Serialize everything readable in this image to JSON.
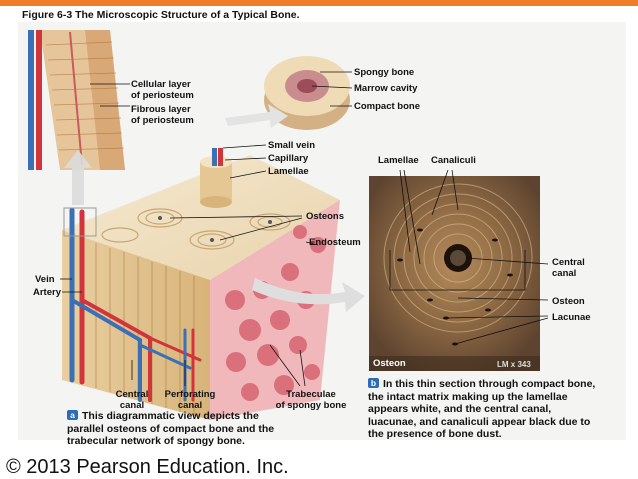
{
  "figure_title": "Figure 6-3  The Microscopic Structure of a Typical Bone.",
  "labels": {
    "cellular_layer": "Cellular layer",
    "cellular_layer2": "of periosteum",
    "fibrous_layer": "Fibrous layer",
    "fibrous_layer2": "of periosteum",
    "spongy_bone": "Spongy bone",
    "marrow_cavity": "Marrow cavity",
    "compact_bone": "Compact bone",
    "small_vein": "Small vein",
    "capillary": "Capillary",
    "lamellae": "Lamellae",
    "osteons": "Osteons",
    "endosteum": "Endosteum",
    "vein": "Vein",
    "artery": "Artery",
    "central_canal": "Central",
    "central_canal2": "canal",
    "perforating_canal": "Perforating",
    "perforating_canal2": "canal",
    "trabeculae": "Trabeculae",
    "trabeculae2": "of spongy bone"
  },
  "micrograph": {
    "lamellae": "Lamellae",
    "canaliculi": "Canaliculi",
    "central_canal": "Central",
    "central_canal2": "canal",
    "osteon": "Osteon",
    "lacunae": "Lacunae",
    "title": "Osteon",
    "magnification": "LM x 343"
  },
  "captions": {
    "a_badge": "a",
    "a_text": "This diagrammatic view depicts the parallel osteons of compact bone and the trabecular network of spongy bone.",
    "b_badge": "b",
    "b_text": "In this thin section through compact bone, the intact matrix making up the lamellae appears white, and the central canal, luacunae, and canaliculi appear black due to the presence of bone dust."
  },
  "copyright": "© 2013 Pearson Education. Inc.",
  "colors": {
    "accent_bar": "#ef7d2a",
    "badge": "#2a6db5",
    "vein": "#3b6fb6",
    "artery": "#d2343c",
    "spongy": "#e89aa0",
    "bone": "#eedcb7"
  }
}
